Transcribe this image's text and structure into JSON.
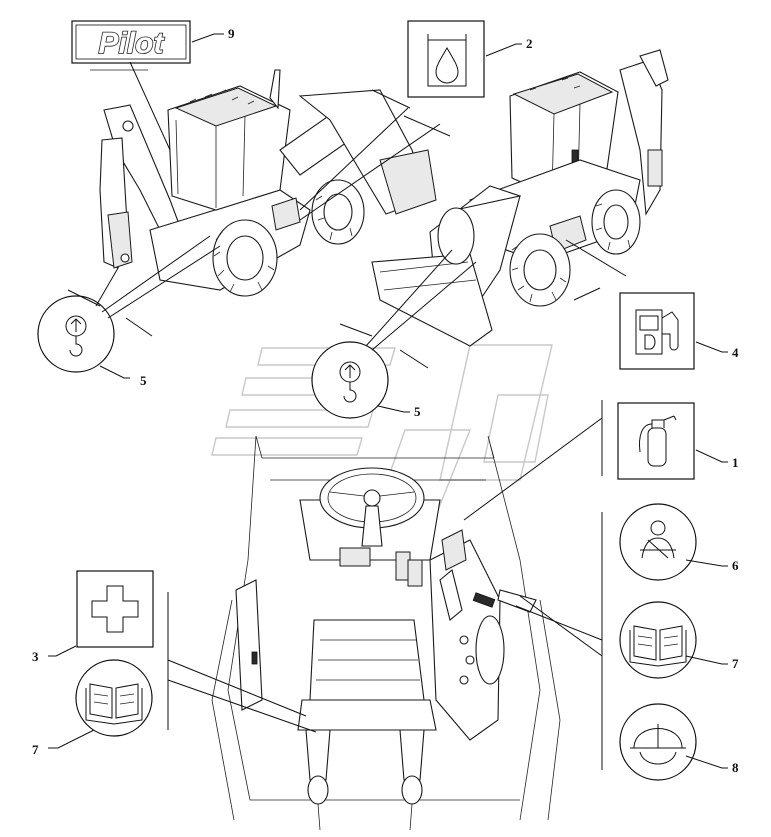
{
  "brand_decal": {
    "text": "Pilot"
  },
  "callouts": {
    "pilot_decal": "9",
    "hydraulic_oil": "2",
    "fuel": "4",
    "lifting_point_rear": "5",
    "lifting_point_front": "5",
    "fire_extinguisher": "1",
    "seat_belt": "6",
    "manual_right": "7",
    "helmet": "8",
    "first_aid": "3",
    "manual_left": "7"
  },
  "icons": {
    "hydraulic_oil": "oil-drop-icon",
    "fuel": "fuel-pump-icon",
    "lifting": "lifting-hook-icon",
    "fire_extinguisher": "fire-extinguisher-icon",
    "seat_belt": "seat-belt-icon",
    "manual": "operator-manual-icon",
    "helmet": "safety-helmet-icon",
    "first_aid": "first-aid-cross-icon"
  }
}
